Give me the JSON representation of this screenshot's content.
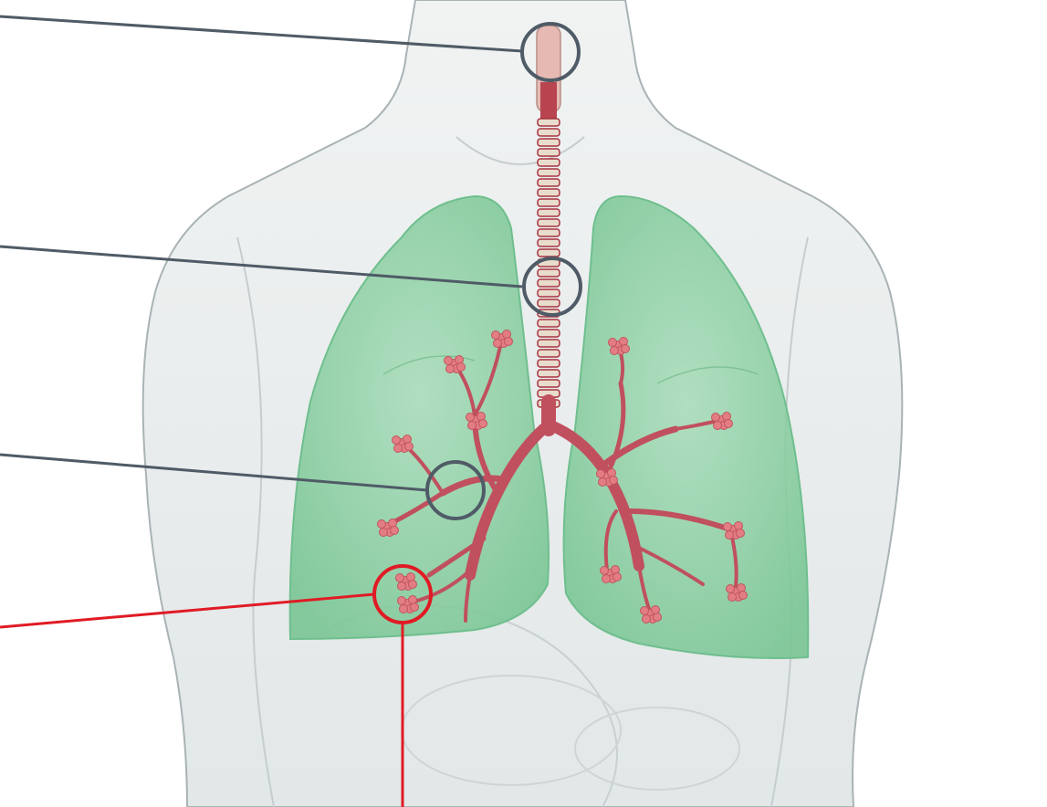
{
  "colors": {
    "background": "#ffffff",
    "body": "#e9eded",
    "body_outline": "#a9b3b5",
    "lung_fill": "#8fd3a8",
    "lung_outline": "#6fbf8e",
    "bronchi": "#c0505e",
    "alveoli": "#e27d84",
    "trachea_ring": "#e8dccc",
    "trachea_gap": "#a8323f",
    "callout_gray": "#4f5b66",
    "callout_red": "#e01b24"
  },
  "callouts": [
    {
      "id": "larynx",
      "color": "gray"
    },
    {
      "id": "trachea",
      "color": "gray"
    },
    {
      "id": "bronchus",
      "color": "gray"
    },
    {
      "id": "alveoli",
      "color": "red"
    }
  ],
  "icons": [
    "body-silhouette",
    "lungs",
    "trachea",
    "bronchial-tree",
    "alveoli-clusters"
  ]
}
